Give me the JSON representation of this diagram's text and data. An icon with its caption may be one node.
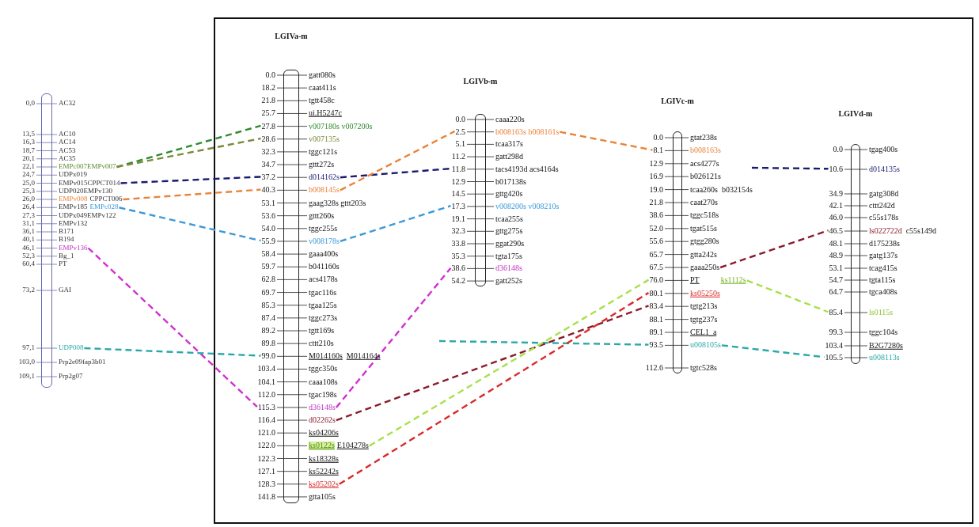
{
  "diagram": {
    "nodes": [
      {
        "text": [],
        "shape": "bar"
      },
      {
        "text": [
          "EMPc007EMPv007"
        ]
      },
      {
        "text": [
          "EMPv015CPPCT014"
        ]
      },
      {
        "text": [
          "EMPv008",
          "CPPCT006"
        ]
      },
      {
        "text": [
          "EMPv185",
          "EMPc028"
        ]
      },
      {
        "text": [
          "EMPv136"
        ]
      },
      {
        "text": [
          "UDP008"
        ]
      },
      {
        "text": [],
        "shape": "box"
      },
      {
        "text": [
          "LGIVa-m"
        ],
        "in": 7
      },
      {
        "text": [
          "27.8"
        ],
        "in": 7
      },
      {
        "text": [
          "28.6"
        ],
        "in": 7
      },
      {
        "text": [
          "37.2"
        ],
        "in": 7
      },
      {
        "text": [
          "d014162s"
        ],
        "in": 7
      },
      {
        "text": [
          "40.3"
        ],
        "in": 7
      },
      {
        "text": [
          "b008145s"
        ],
        "in": 7
      },
      {
        "text": [
          "55.9"
        ],
        "in": 7
      },
      {
        "text": [
          "v008178s"
        ],
        "in": 7
      },
      {
        "text": [
          "99.0"
        ],
        "in": 7
      },
      {
        "text": [
          "115.3"
        ],
        "in": 7
      },
      {
        "text": [
          "d36148s"
        ],
        "in": 7
      },
      {
        "text": [
          "d02262s"
        ],
        "in": 7
      },
      {
        "text": [
          "ks0122s",
          "E104278s"
        ],
        "in": 7
      },
      {
        "text": [
          "ks05202s"
        ],
        "in": 7
      },
      {
        "text": [
          "LGIVb-m"
        ],
        "in": 7
      },
      {
        "text": [
          "2.5"
        ],
        "in": 7
      },
      {
        "text": [
          "b008163s b008161s"
        ],
        "in": 7
      },
      {
        "text": [
          "11.8"
        ],
        "in": 7
      },
      {
        "text": [
          "17.3"
        ],
        "in": 7
      },
      {
        "text": [
          "38.6"
        ],
        "in": 7
      },
      {
        "text": [
          "LGIVc-m"
        ],
        "in": 7
      },
      {
        "text": [
          "8.1"
        ],
        "in": 7
      },
      {
        "text": [
          "gaaa250s"
        ],
        "in": 7
      },
      {
        "text": [
          "76.0"
        ],
        "in": 7
      },
      {
        "text": [
          "ks1112s"
        ],
        "in": 7
      },
      {
        "text": [
          "80.1"
        ],
        "in": 7
      },
      {
        "text": [
          "83.4"
        ],
        "in": 7
      },
      {
        "text": [
          "93.5"
        ],
        "in": 7
      },
      {
        "text": [
          "u008105s"
        ],
        "in": 7
      },
      {
        "text": [
          "LGIVd-m"
        ],
        "in": 7
      },
      {
        "text": [
          "10.6"
        ],
        "in": 7
      },
      {
        "text": [
          "46.5"
        ],
        "in": 7
      },
      {
        "text": [
          "85.4"
        ],
        "in": 7
      },
      {
        "text": [
          "105.5"
        ],
        "in": 7
      }
    ],
    "edges": [
      {
        "from": 1,
        "to": 9,
        "arrow": "none",
        "style": "dashed",
        "color": "#2e8b2e"
      },
      {
        "from": 1,
        "to": 10,
        "arrow": "none",
        "style": "dashed",
        "color": "#7a8a3a"
      },
      {
        "from": 2,
        "to": 11,
        "arrow": "none",
        "style": "dashed",
        "color": "#1a1a6e"
      },
      {
        "from": 12,
        "to": 26,
        "arrow": "none",
        "style": "dashed",
        "color": "#1a1a6e"
      },
      {
        "from": 3,
        "to": 13,
        "arrow": "none",
        "style": "dashed",
        "color": "#e8843a"
      },
      {
        "from": 14,
        "to": 24,
        "arrow": "none",
        "style": "dashed",
        "color": "#e8843a"
      },
      {
        "from": 25,
        "to": 30,
        "arrow": "none",
        "style": "dashed",
        "color": "#e8843a"
      },
      {
        "from": 4,
        "to": 15,
        "arrow": "none",
        "style": "dashed",
        "color": "#3a9ad9"
      },
      {
        "from": 16,
        "to": 27,
        "arrow": "none",
        "style": "dashed",
        "color": "#3a9ad9"
      },
      {
        "from": 5,
        "to": 18,
        "arrow": "none",
        "style": "dashed",
        "color": "#d030d0"
      },
      {
        "from": 19,
        "to": 28,
        "arrow": "none",
        "style": "dashed",
        "color": "#d030d0"
      },
      {
        "from": 6,
        "to": 17,
        "arrow": "none",
        "style": "dashed",
        "color": "#2aa8a8"
      },
      {
        "from": null,
        "to": 36,
        "arrow": "none",
        "style": "dashed",
        "color": "#2aa8a8"
      },
      {
        "from": 37,
        "to": 42,
        "arrow": "none",
        "style": "dashed",
        "color": "#2aa8a8"
      },
      {
        "from": 20,
        "to": 35,
        "arrow": "none",
        "style": "dashed",
        "color": "#8b1a2a"
      },
      {
        "from": 22,
        "to": 34,
        "arrow": "none",
        "style": "dashed",
        "color": "#d92a2a"
      },
      {
        "from": 21,
        "to": 32,
        "arrow": "none",
        "style": "dashed",
        "color": "#a8e04a"
      },
      {
        "from": 33,
        "to": 41,
        "arrow": "none",
        "style": "dashed",
        "color": "#a8e04a"
      },
      {
        "from": 31,
        "to": 40,
        "arrow": "none",
        "style": "dashed",
        "color": "#8b1a2a"
      },
      {
        "from": null,
        "to": 39,
        "arrow": "none",
        "style": "dashed",
        "color": "#1a1a6e"
      }
    ],
    "labels": [
      "0,0",
      "AC32",
      "13,5",
      "AC10",
      "16,3",
      "AC14",
      "18,7",
      "AC53",
      "20,1",
      "AC35",
      "22,1",
      "24,7",
      "UDPx019",
      "25,0",
      "25,3",
      "UDP020EMPv130",
      "26,0",
      "26,4",
      "27,3",
      "UDPx049EMPv122",
      "31,1",
      "EMPv132",
      "36,1",
      "B171",
      "40,1",
      "B194",
      "46,1",
      "52,3",
      "Bg_1",
      "60,4",
      "PT",
      "73,2",
      "GAI",
      "97,1",
      "103,0",
      "Prp2e09fap3b01",
      "109,1",
      "Prp2g07",
      "0.0",
      "gatt080s",
      "18.2",
      "caat411s",
      "21.8",
      "tgtt458c",
      "25.7",
      "ui.H5247c",
      "v007180s v007200s",
      "v007135s",
      "32.3",
      "tggc121s",
      "34.7",
      "gttt272s",
      "53.1",
      "gaag328s gttt203s",
      "53.6",
      "gttt260s",
      "54.0",
      "tggc255s",
      "58.4",
      "gaaa400s",
      "59.7",
      "b041160s",
      "62.8",
      "acs4178s",
      "69.7",
      "tgac116s",
      "85.3",
      "tgaa125s",
      "87.4",
      "tggc273s",
      "89.2",
      "tgtt169s",
      "89.8",
      "cttt210s",
      "M014160s",
      "M014164s",
      "103.4",
      "tggc350s",
      "104.1",
      "caaa108s",
      "112.0",
      "tgac198s",
      "116.4",
      "121.0",
      "ks04206s",
      "122.0",
      "122.3",
      "ks18328s",
      "127.1",
      "ks52242s",
      "128.3",
      "141.8",
      "gtta105s",
      "0.0",
      "caaa220s",
      "5.1",
      "tcaa317s",
      "11.2",
      "gatt298d",
      "tacs4193d acs4164s",
      "12.9",
      "b017138s",
      "14.5",
      "gttg420s",
      "v008200s v008210s",
      "19.1",
      "tcaa255s",
      "32.3",
      "gttg275s",
      "33.8",
      "ggat290s",
      "35.3",
      "tgta175s",
      "d36148s",
      "54.2",
      "gatt252s",
      "0.0",
      "gtat238s",
      "b008163s",
      "12.9",
      "acs4277s",
      "16.9",
      "b026121s",
      "19.0",
      "tcaa260s",
      "b032154s",
      "21.8",
      "caat270s",
      "38.6",
      "tggc518s",
      "52.0",
      "tgat515s",
      "55.6",
      "gtgg280s",
      "65.7",
      "gtta242s",
      "67.5",
      "PT",
      "ks05250s",
      "tgtg213s",
      "88.1",
      "tgtg237s",
      "89.1",
      "CEL1_a",
      "112.6",
      "tgtc528s",
      "0.0",
      "tgag400s",
      "d014135s",
      "34.9",
      "gatg308d",
      "42.1",
      "cttt242d",
      "46.0",
      "c55s178s",
      "ls022722d",
      "c55s149d",
      "48.1",
      "d175238s",
      "48.9",
      "gatg137s",
      "53.1",
      "tcag415s",
      "54.7",
      "tgta115s",
      "64.7",
      "tgca408s",
      "ls0115s",
      "99.3",
      "tggc104s",
      "103.4",
      "B2G7280s",
      "u008113s"
    ]
  }
}
